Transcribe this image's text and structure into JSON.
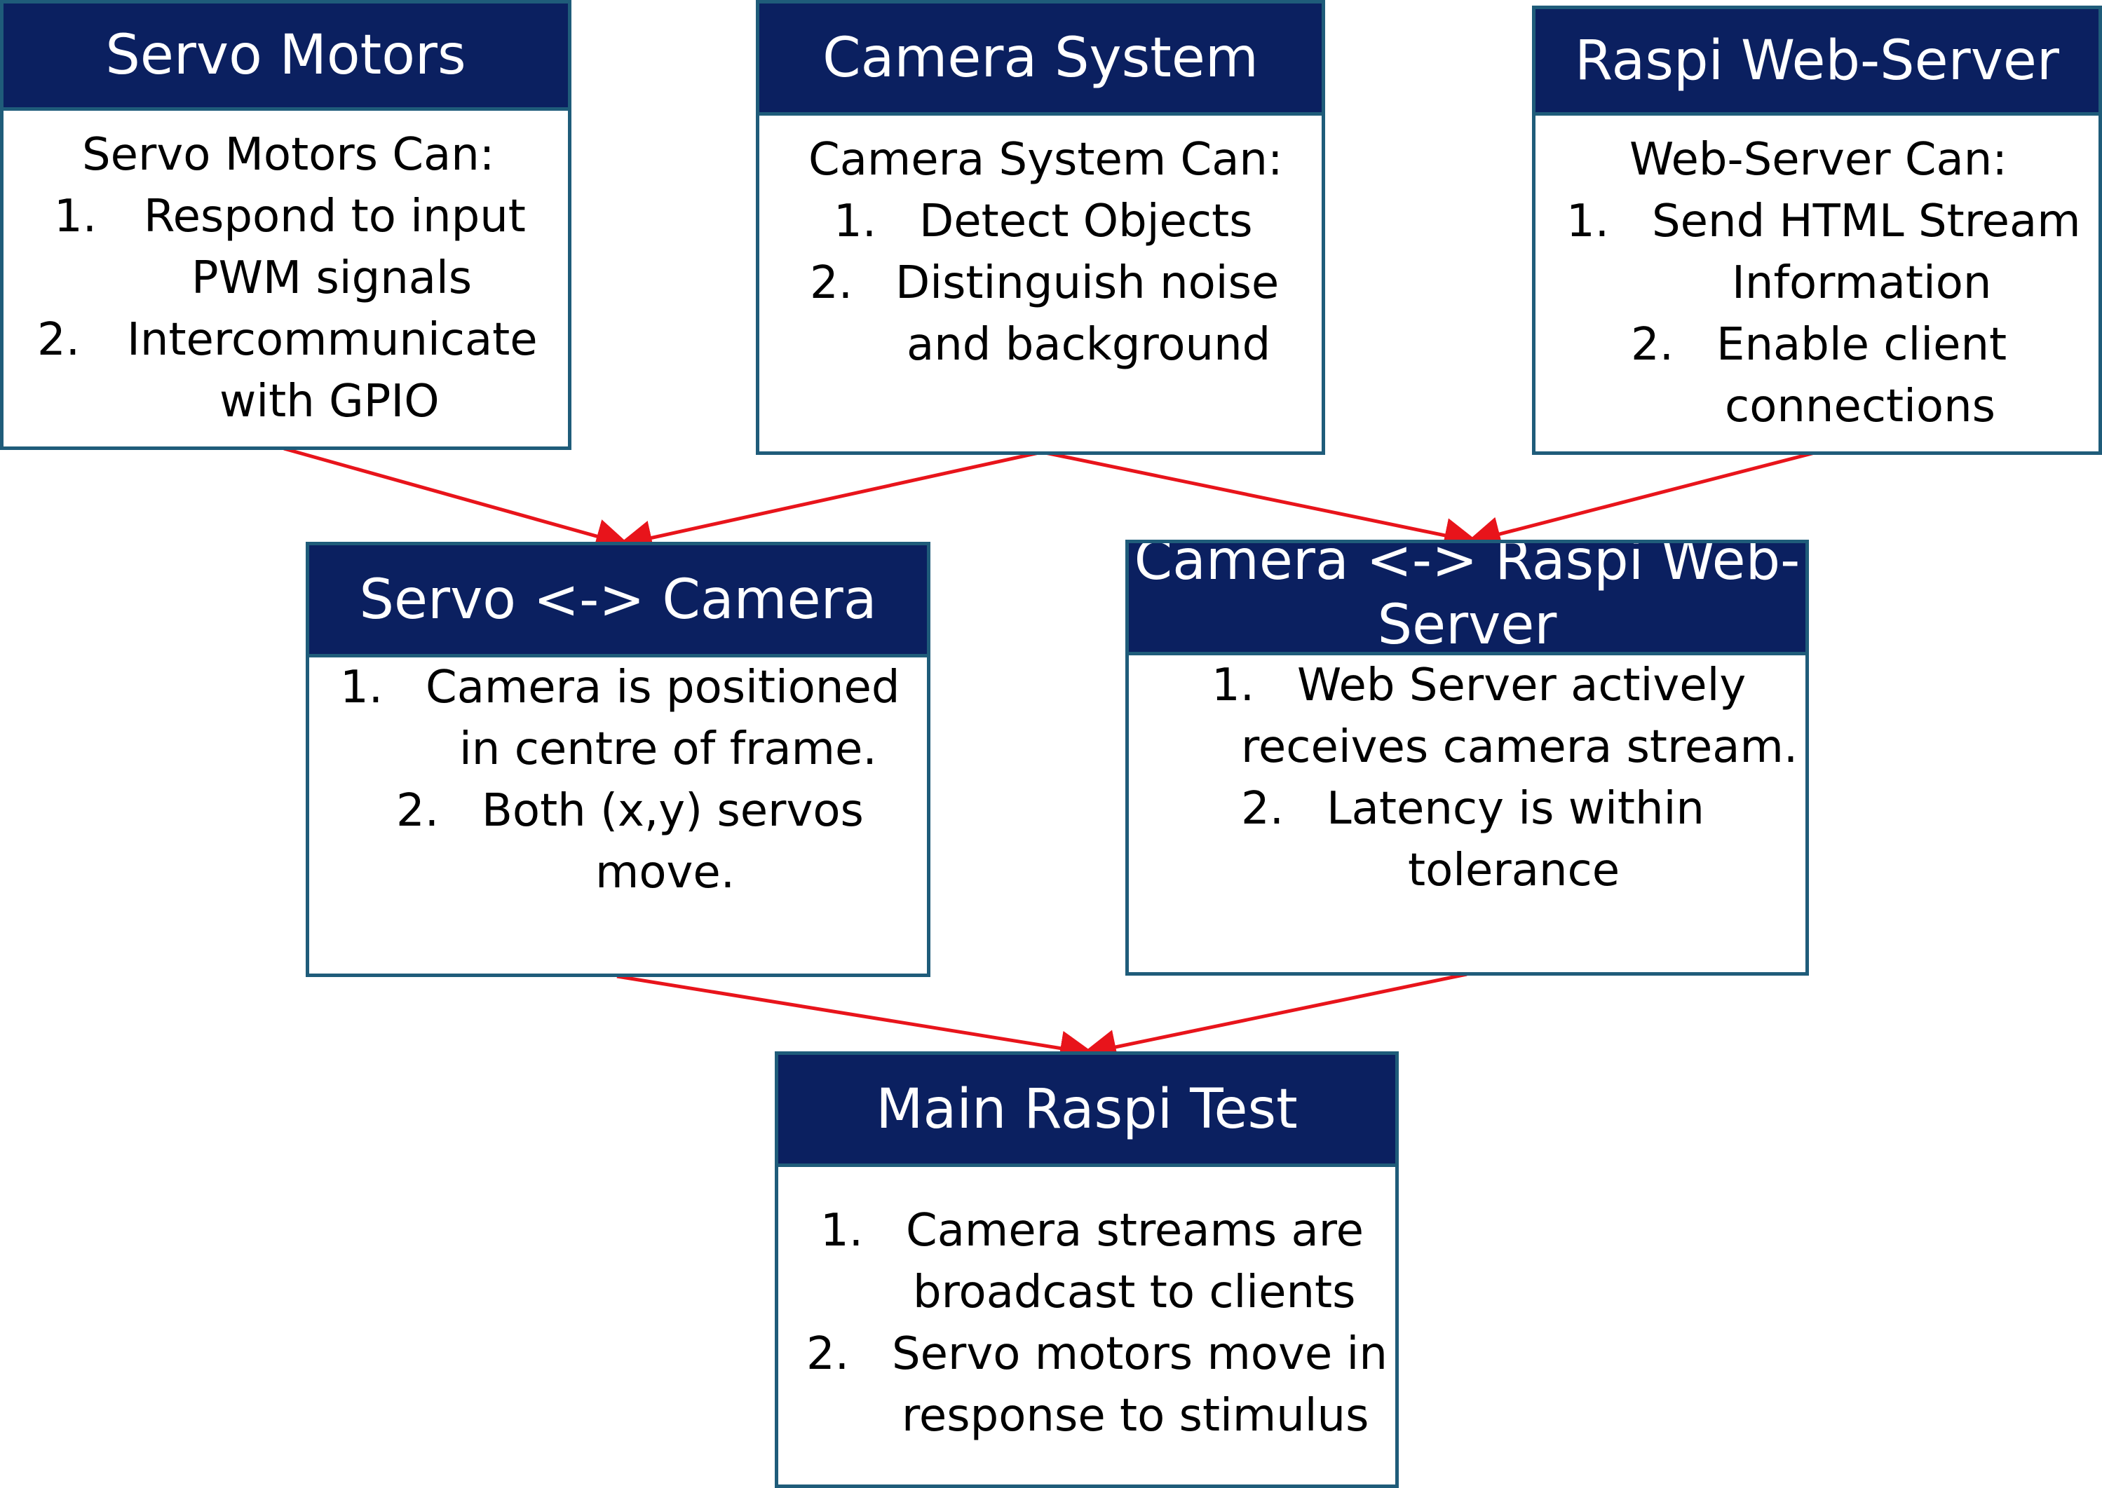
{
  "boxes": {
    "servo": {
      "title": "Servo Motors",
      "intro": "Servo Motors Can:",
      "items": [
        {
          "num": "1.",
          "l1": "Respond to input",
          "l2": "PWM signals"
        },
        {
          "num": "2.",
          "l1": "Intercommunicate",
          "l2": "with GPIO"
        }
      ]
    },
    "camera": {
      "title": "Camera System",
      "intro": "Camera System Can:",
      "items": [
        {
          "num": "1.",
          "l1": "Detect Objects"
        },
        {
          "num": "2.",
          "l1": "Distinguish noise",
          "l2": "and background"
        }
      ]
    },
    "webserver": {
      "title": "Raspi Web-Server",
      "intro": "Web-Server Can:",
      "items": [
        {
          "num": "1.",
          "l1": "Send HTML Stream",
          "l2": "Information"
        },
        {
          "num": "2.",
          "l1": "Enable client",
          "l2": "connections"
        }
      ]
    },
    "servo_camera": {
      "title": "Servo <-> Camera",
      "items": [
        {
          "num": "1.",
          "l1": "Camera is positioned",
          "l2": "in centre of frame."
        },
        {
          "num": "2.",
          "l1": "Both (x,y) servos",
          "l2": "move."
        }
      ]
    },
    "camera_web": {
      "title": "Camera <-> Raspi Web-Server",
      "title_l1": "Camera <-> Raspi Web-",
      "title_l2": "Server",
      "items": [
        {
          "num": "1.",
          "l1": "Web Server actively",
          "l2": "receives camera stream."
        },
        {
          "num": "2.",
          "l1": "Latency is within",
          "l2": "tolerance"
        }
      ]
    },
    "main": {
      "title": "Main Raspi Test",
      "items": [
        {
          "num": "1.",
          "l1": "Camera streams are",
          "l2": "broadcast to clients"
        },
        {
          "num": "2.",
          "l1": "Servo motors move in",
          "l2": "response to stimulus"
        }
      ]
    }
  },
  "colors": {
    "header_bg": "#0b2060",
    "header_text": "#ffffff",
    "border": "#1f5c7a",
    "arrow": "#e8141b"
  }
}
